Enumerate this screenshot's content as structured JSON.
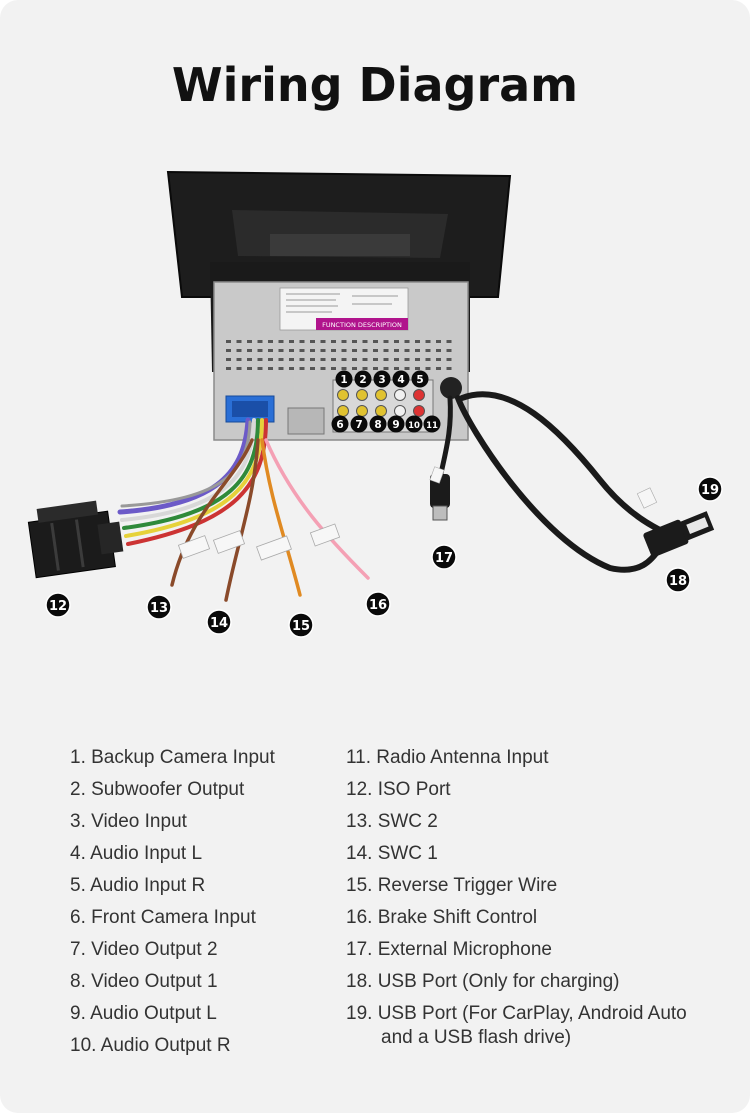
{
  "title": "Wiring Diagram",
  "callouts": [
    "1",
    "2",
    "3",
    "4",
    "5",
    "6",
    "7",
    "8",
    "9",
    "10",
    "11",
    "12",
    "13",
    "14",
    "15",
    "16",
    "17",
    "18",
    "19"
  ],
  "device_label": "FUNCTION DESCRIPTION",
  "legend_left": [
    "1. Backup Camera Input",
    "2. Subwoofer Output",
    "3. Video Input",
    "4. Audio Input L",
    "5. Audio Input R",
    "6. Front Camera Input",
    "7. Video Output 2",
    "8. Video Output 1",
    "9. Audio Output L",
    "10. Audio Output R"
  ],
  "legend_right": [
    "11. Radio Antenna Input",
    "12. ISO Port",
    "13. SWC 2",
    "14. SWC 1",
    "15. Reverse Trigger Wire",
    "16. Brake Shift Control",
    "17. External Microphone",
    "18. USB Port (Only for charging)"
  ],
  "legend_right_last": {
    "line1": "19. USB Port (For CarPlay, Android Auto",
    "line2": "and a USB flash drive)"
  }
}
